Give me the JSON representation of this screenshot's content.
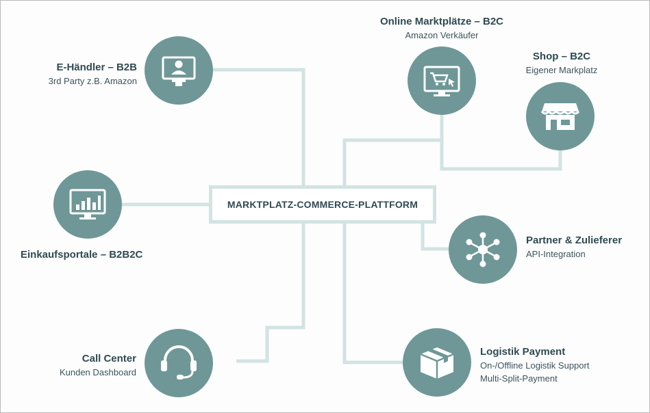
{
  "center": {
    "label": "MARKTPLATZ-COMMERCE-PLATTFORM"
  },
  "nodes": {
    "ehaendler": {
      "title": "E-Händler – B2B",
      "subtitle": "3rd Party z.B. Amazon",
      "icon": "user-monitor-icon"
    },
    "einkauf": {
      "title": "Einkaufsportale – B2B2C",
      "icon": "chart-monitor-icon"
    },
    "callcenter": {
      "title": "Call Center",
      "subtitle": "Kunden Dashboard",
      "icon": "headset-icon"
    },
    "online": {
      "title": "Online Marktplätze – B2C",
      "subtitle": "Amazon Verkäufer",
      "icon": "cart-monitor-icon"
    },
    "shop": {
      "title": "Shop – B2C",
      "subtitle": "Eigener Markplatz",
      "icon": "storefront-icon"
    },
    "partner": {
      "title": "Partner & Zulieferer",
      "subtitle": "API-Integration",
      "icon": "network-hub-icon"
    },
    "logistik": {
      "title": "Logistik Payment",
      "subtitle1": "On-/Offline Logistik Support",
      "subtitle2": "Multi-Split-Payment",
      "icon": "package-box-icon"
    }
  },
  "colors": {
    "node": "#6f9797",
    "line": "#d2e3e2",
    "text": "#2f4a52"
  }
}
